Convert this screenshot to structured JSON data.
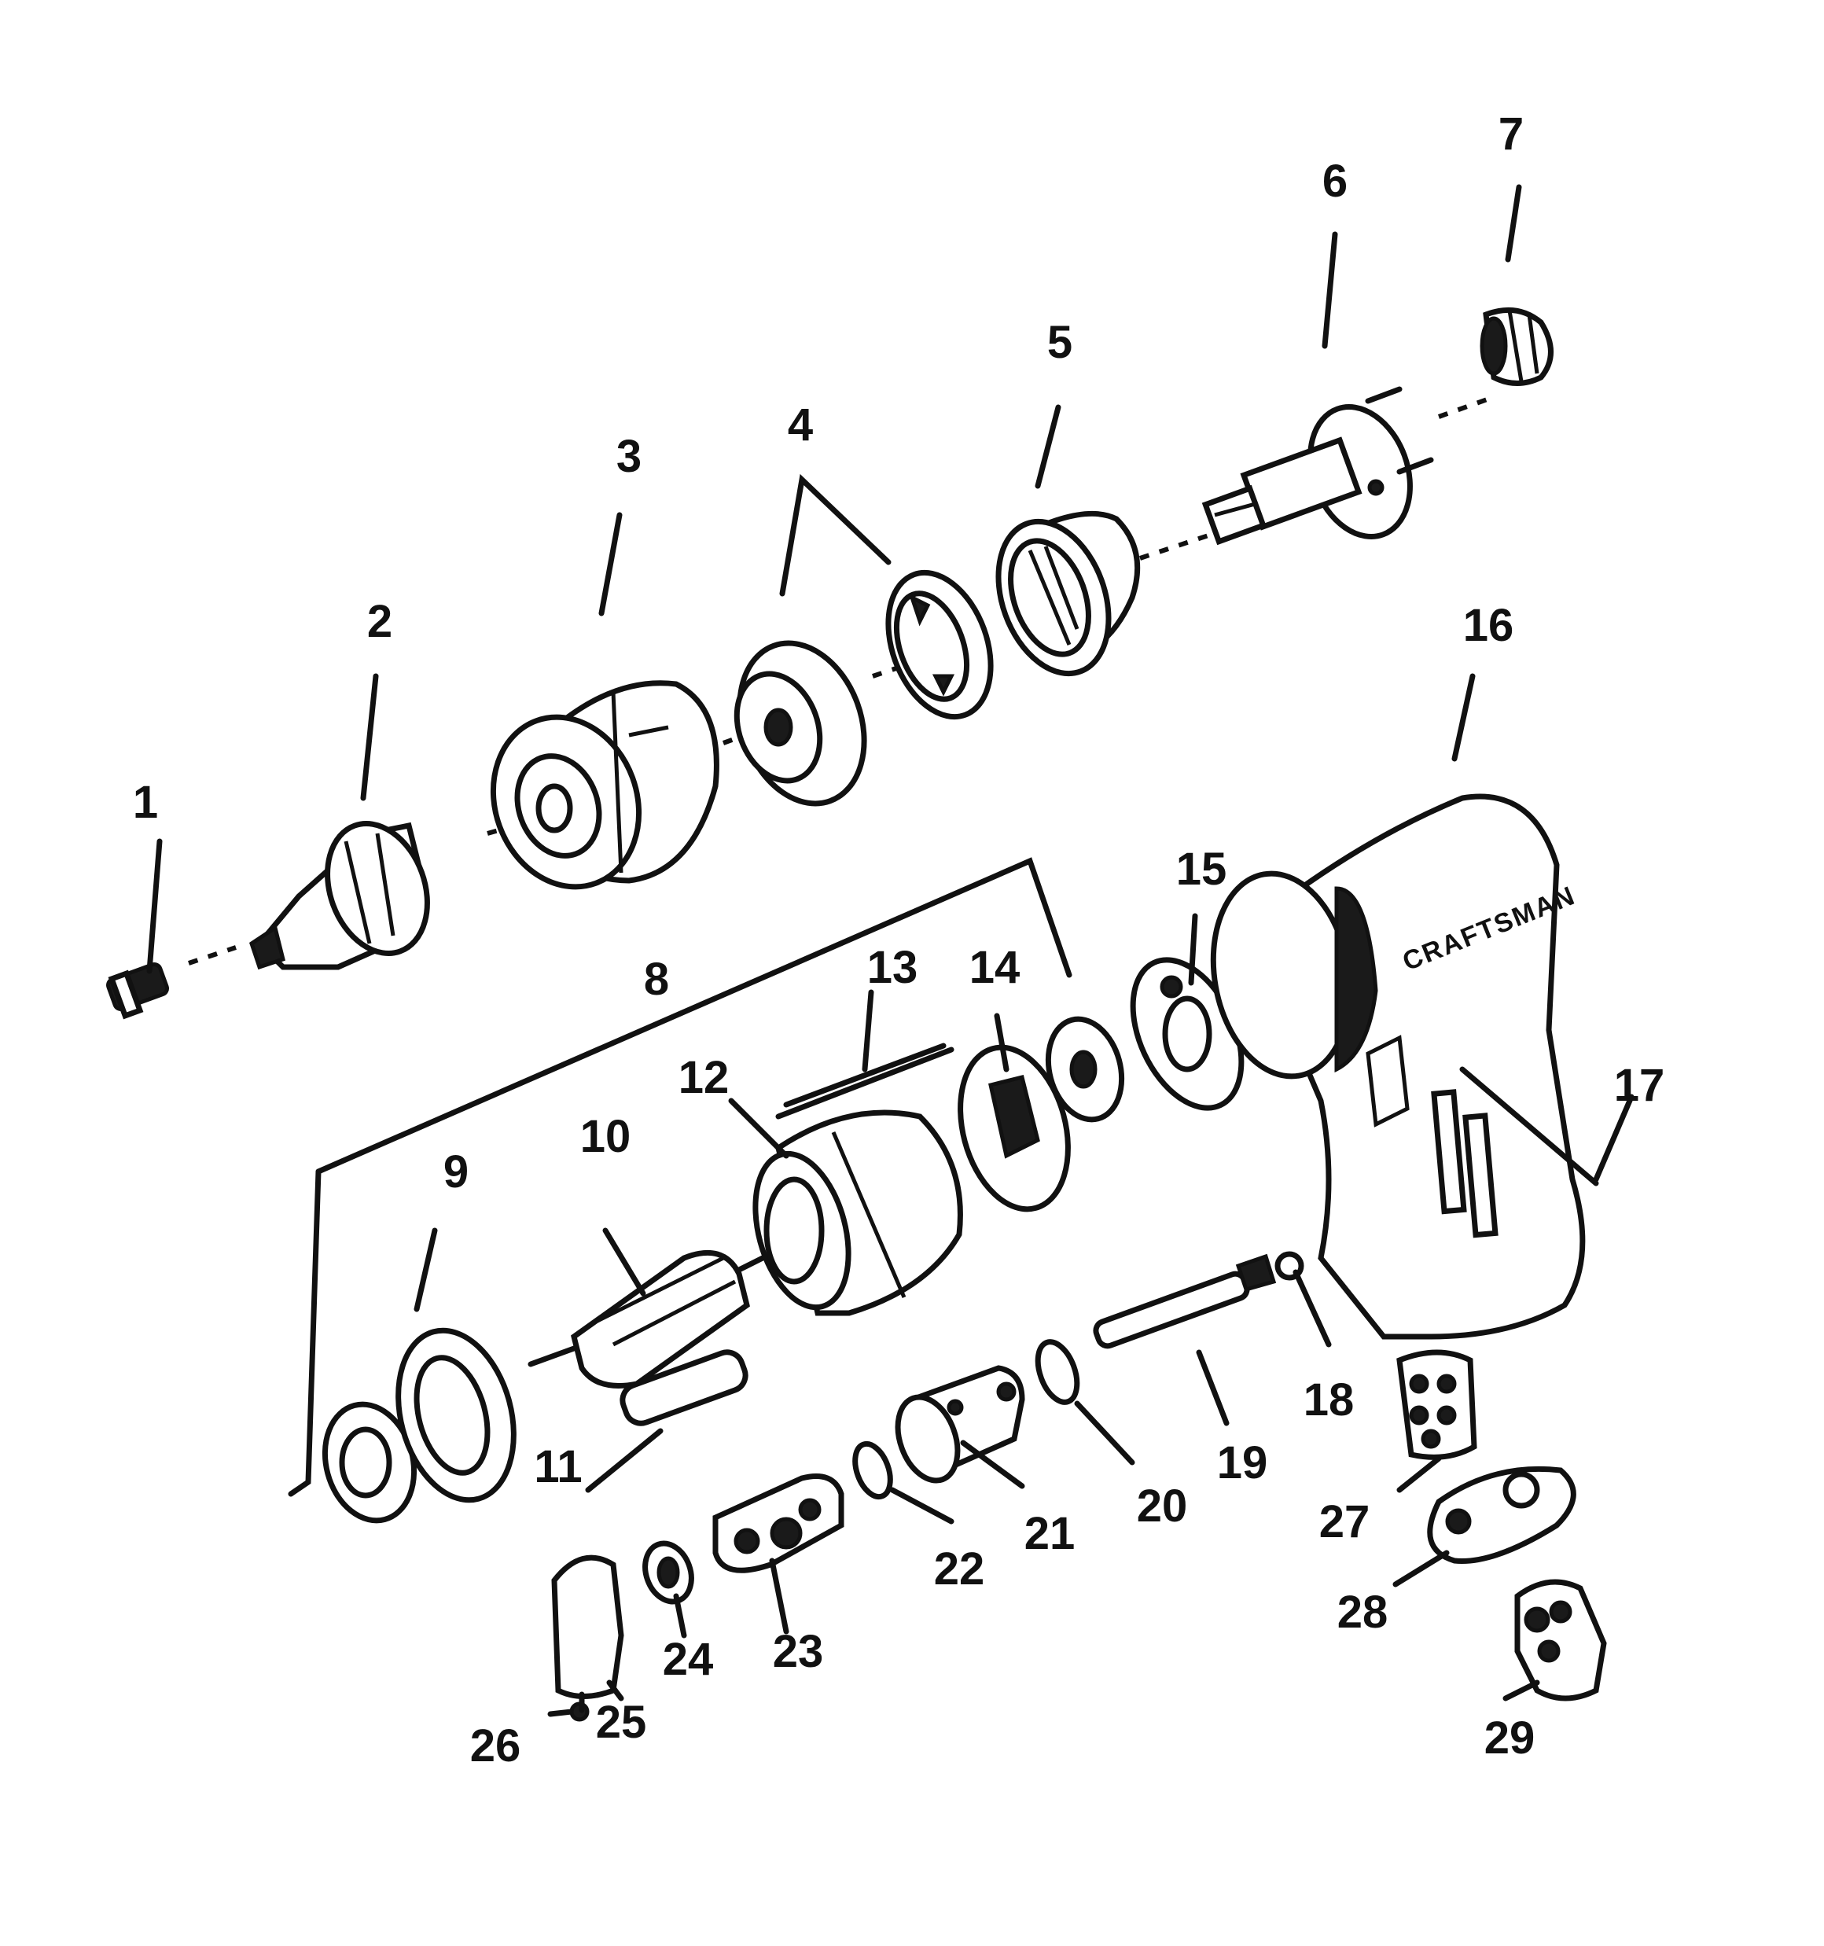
{
  "diagram": {
    "brand_text": "CRAFTSMAN",
    "part_labels": [
      "1",
      "2",
      "3",
      "4",
      "5",
      "6",
      "7",
      "8",
      "9",
      "10",
      "11",
      "12",
      "13",
      "14",
      "15",
      "16",
      "17",
      "18",
      "19",
      "20",
      "21",
      "22",
      "23",
      "24",
      "25",
      "26",
      "27",
      "28",
      "29"
    ]
  }
}
